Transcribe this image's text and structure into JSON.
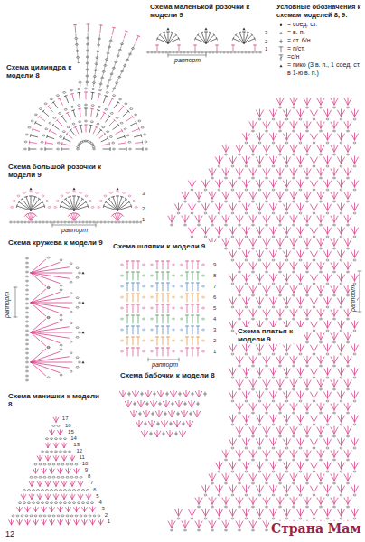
{
  "diagram": {
    "labels": [
      "Схема цилиндра к модели 8",
      "Схема маленькой розочки к модели 9",
      "1",
      "2",
      "3",
      "раппорт",
      "Условные обозначения к схемам моделей 8, 9:",
      "Схема большой розочки к модели 9",
      "1",
      "2",
      "3",
      "раппорт",
      "Схема кружева к модели 9",
      "раппорт",
      "Схема шляпки к модели 9",
      "1",
      "2",
      "3",
      "4",
      "5",
      "6",
      "7",
      "8",
      "9",
      "раппорт",
      "Схема платья к модели 9",
      "раппорт",
      "Схема бабочки к модели 8",
      "Схема манишки к модели 8",
      "1",
      "2",
      "3",
      "4",
      "5",
      "6",
      "7",
      "8",
      "9",
      "10",
      "11",
      "12",
      "13",
      "14",
      "15",
      "16",
      "17",
      "12",
      "Страна Мам"
    ],
    "legend": [
      {
        "text": "= соед. ст."
      },
      {
        "text": "= в. п."
      },
      {
        "text": "= ст. б/н"
      },
      {
        "text": "= п/ст."
      },
      {
        "text": "=с/н"
      },
      {
        "text": "= пико (3 в. п., 1 соед. ст. в 1-ю в. п.)"
      }
    ]
  }
}
